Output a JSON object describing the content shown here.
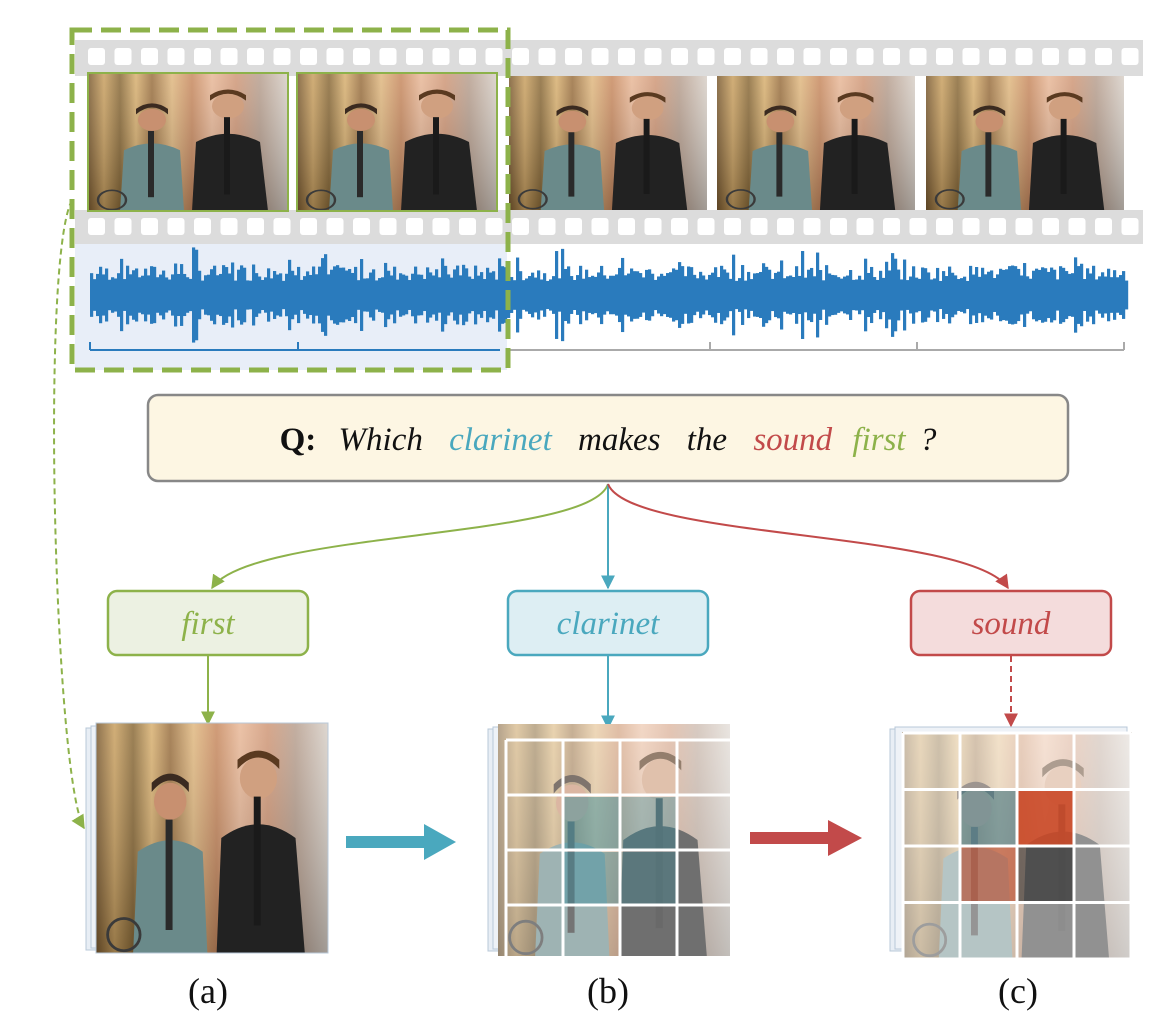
{
  "question": {
    "prefix": "Q:",
    "words": [
      {
        "text": "Which",
        "color": "#111111"
      },
      {
        "text": "clarinet",
        "color": "#4aa8be"
      },
      {
        "text": "makes",
        "color": "#111111"
      },
      {
        "text": "the",
        "color": "#111111"
      },
      {
        "text": "sound",
        "color": "#c24a4a"
      },
      {
        "text": "first",
        "color": "#8db24a"
      },
      {
        "text": "?",
        "color": "#111111"
      }
    ]
  },
  "keywords": {
    "first": {
      "label": "first",
      "color": "#8db24a",
      "fill": "#ecf1e2"
    },
    "clarinet": {
      "label": "clarinet",
      "color": "#4aa8be",
      "fill": "#ddeef3"
    },
    "sound": {
      "label": "sound",
      "color": "#c24a4a",
      "fill": "#f4dcdc"
    }
  },
  "panels": {
    "a": "(a)",
    "b": "(b)",
    "c": "(c)"
  },
  "colors": {
    "green": "#8db24a",
    "teal": "#4aa8be",
    "red": "#c24a4a",
    "waveform": "#2a7bbd",
    "question_fill": "#fdf6e3",
    "question_stroke": "#888888",
    "highlight_fill": "#e8eef8"
  }
}
